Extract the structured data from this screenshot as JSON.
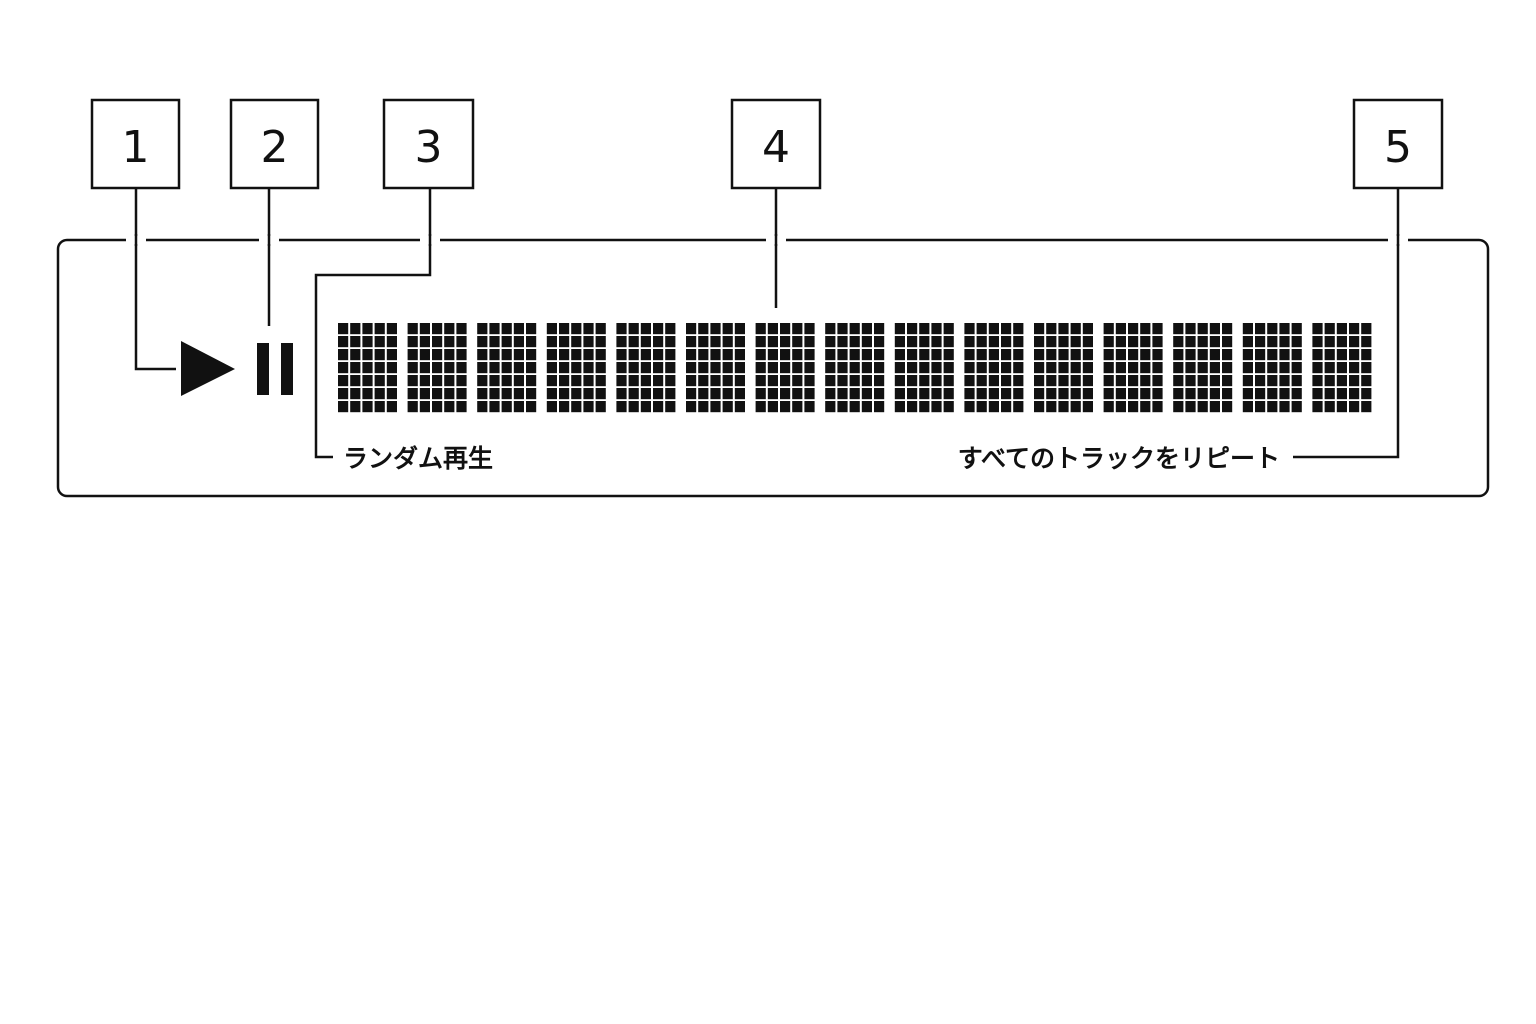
{
  "callouts": [
    {
      "number": "1"
    },
    {
      "number": "2"
    },
    {
      "number": "3"
    },
    {
      "number": "4"
    },
    {
      "number": "5"
    }
  ],
  "display": {
    "shuffle_label": "ランダム再生",
    "repeat_label": "すべてのトラックをリピート",
    "character_cells": 15,
    "cell_columns": 5,
    "cell_rows": 7
  },
  "icons": {
    "play": "play-icon",
    "pause": "pause-icon"
  },
  "colors": {
    "ink": "#111111",
    "background": "#ffffff"
  }
}
